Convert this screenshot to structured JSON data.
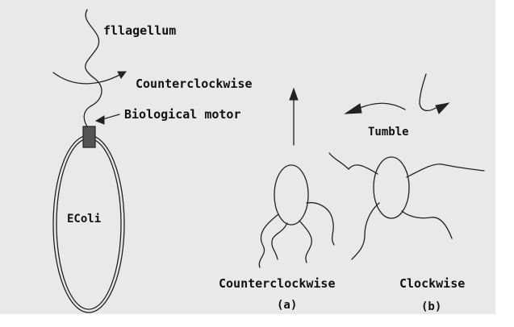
{
  "labels": {
    "flagellum": "fllagellum",
    "counterclockwise_top": "Counterclockwise",
    "biological_motor": "Biological motor",
    "ecoli": "EColi",
    "tumble": "Tumble",
    "counterclockwise_bottom": "Counterclockwise",
    "clockwise": "Clockwise",
    "panel_a": "(a)",
    "panel_b": "(b)"
  },
  "colors": {
    "background": "#e9e9e9",
    "stroke": "#222222",
    "motor_fill": "#555555"
  }
}
